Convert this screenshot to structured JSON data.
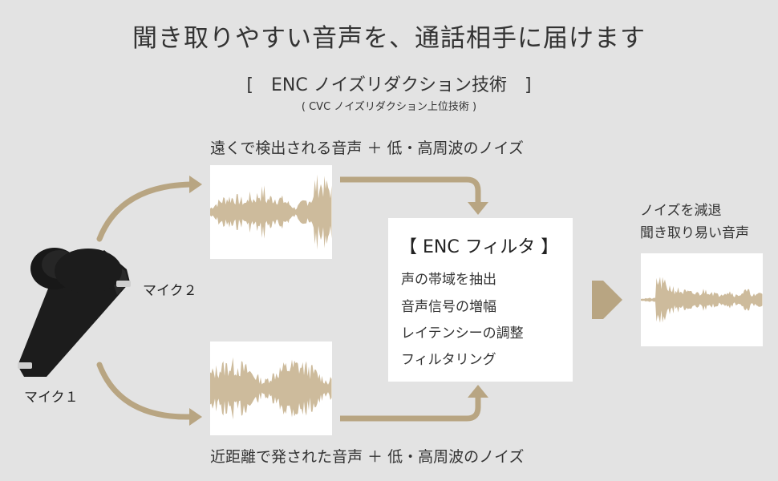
{
  "header": {
    "title": "聞き取りやすい音声を、通話相手に届けます",
    "subtitle": "[　ENC ノイズリダクション技術　]",
    "note": "( CVC ノイズリダクション上位技術 )"
  },
  "labels": {
    "top_input": "遠くで検出される音声 ＋ 低・高周波のノイズ",
    "bottom_input": "近距離で発された音声 ＋ 低・高周波のノイズ",
    "mic2": "マイク２",
    "mic1": "マイク１"
  },
  "filter": {
    "title": "【 ENC フィルタ 】",
    "items": [
      "声の帯域を抽出",
      "音声信号の増幅",
      "レイテンシーの調整",
      "フィルタリング"
    ]
  },
  "result": {
    "line1": "ノイズを減退",
    "line2": "聞き取り易い音声"
  },
  "colors": {
    "background": "#e3e3e3",
    "arrow": "#b8a582",
    "wave": "#cdbb9c",
    "earbud": "#1c1c1c"
  }
}
